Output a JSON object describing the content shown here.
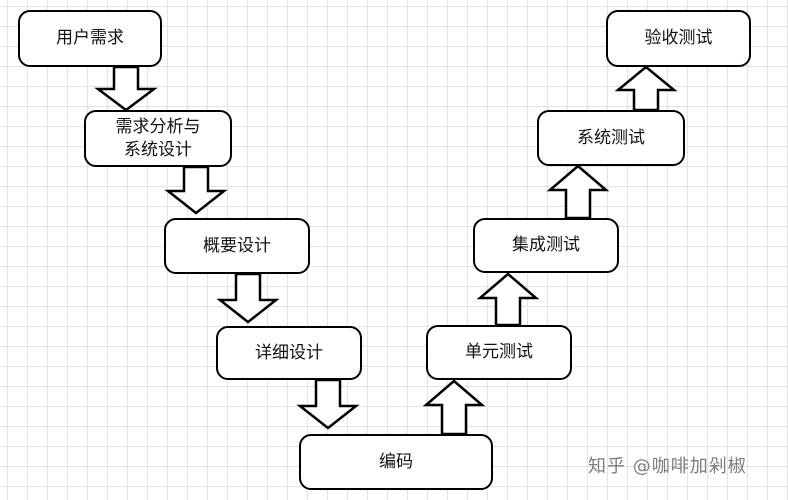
{
  "nodes": {
    "user_requirements": "用户需求",
    "requirements_analysis": "需求分析与\n系统设计",
    "outline_design": "概要设计",
    "detailed_design": "详细设计",
    "coding": "编码",
    "unit_test": "单元测试",
    "integration_test": "集成测试",
    "system_test": "系统测试",
    "acceptance_test": "验收测试"
  },
  "watermark": "知乎 @咖啡加剁椒",
  "colors": {
    "stroke": "#000000",
    "fill": "#ffffff",
    "grid": "#e3e3e3"
  }
}
